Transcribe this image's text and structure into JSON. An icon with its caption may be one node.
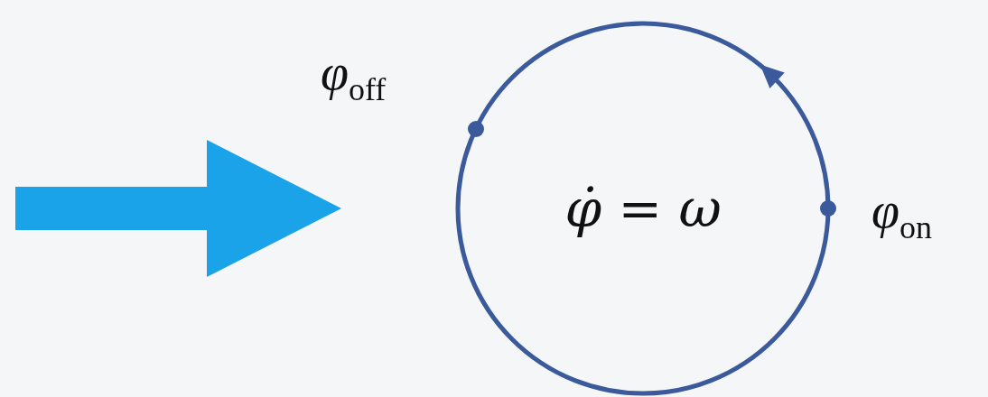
{
  "diagram": {
    "nodes": [
      {
        "text": [
          "φ̇ = ω"
        ]
      }
    ],
    "labels": [
      "φ$_{off}$",
      "φ$_{on}$"
    ]
  }
}
